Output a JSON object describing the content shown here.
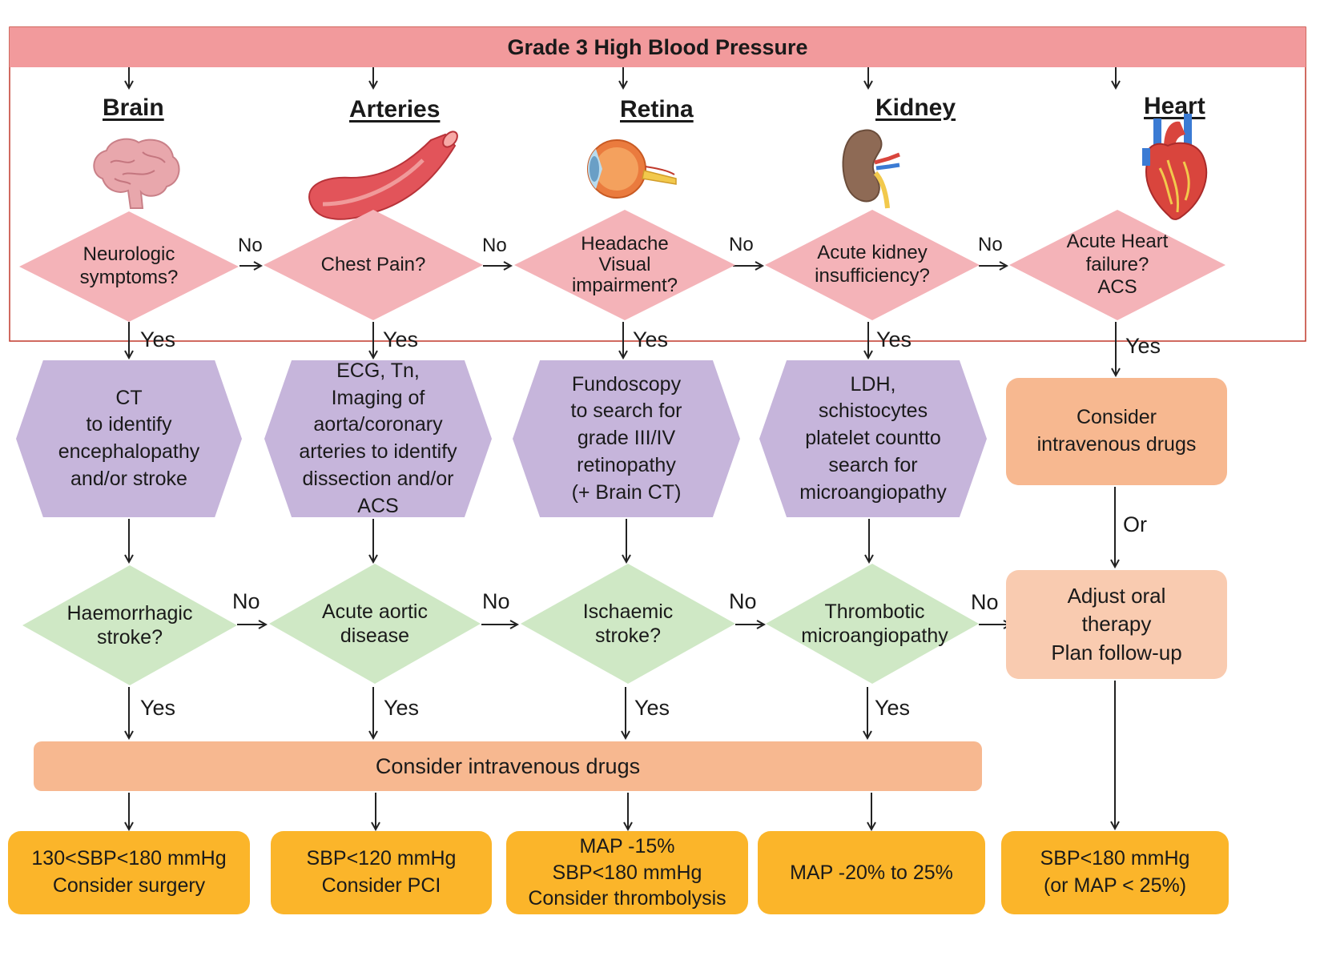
{
  "title": "Grade 3 High Blood Pressure",
  "colors": {
    "title_bar": "#f29a9c",
    "frame": "#c0392b",
    "question_diamond": "#f4b3b8",
    "investigation_hex": "#c6b5db",
    "outcome_diamond": "#cfe8c5",
    "iv_bar": "#f7b890",
    "heart_iv_box": "#f7b890",
    "oral_box": "#f9cbb0",
    "target_box": "#fbb52a"
  },
  "columns": [
    {
      "organ": "Brain",
      "organ_icon": "brain-icon",
      "question": "Neurologic\nsymptoms?",
      "investigation": "CT\nto identify\nencephalopathy\nand/or stroke",
      "outcome": "Haemorrhagic\nstroke?",
      "target": "130<SBP<180 mmHg\nConsider surgery"
    },
    {
      "organ": "Arteries",
      "organ_icon": "artery-icon",
      "question": "Chest Pain?",
      "investigation": "ECG, Tn,\nImaging of\naorta/coronary\narteries to identify\ndissection and/or\nACS",
      "outcome": "Acute aortic\ndisease",
      "target": "SBP<120 mmHg\nConsider PCI"
    },
    {
      "organ": "Retina",
      "organ_icon": "eye-icon",
      "question": "Headache\nVisual\nimpairment?",
      "investigation": "Fundoscopy\nto search for\ngrade III/IV\nretinopathy\n(+ Brain CT)",
      "outcome": "Ischaemic\nstroke?",
      "target": "MAP -15%\nSBP<180 mmHg\nConsider thrombolysis"
    },
    {
      "organ": "Kidney",
      "organ_icon": "kidney-icon",
      "question": "Acute kidney\ninsufficiency?",
      "investigation": "LDH,\nschistocytes\nplatelet countto\nsearch for\nmicroangiopathy",
      "outcome": "Thrombotic\nmicroangiopathy",
      "target": "MAP -20% to 25%"
    },
    {
      "organ": "Heart",
      "organ_icon": "heart-icon",
      "question": "Acute Heart\nfailure?\nACS",
      "iv_box": "Consider\nintravenous drugs",
      "oral_box": "Adjust oral\ntherapy\nPlan follow-up",
      "target": "SBP<180 mmHg\n(or MAP < 25%)"
    }
  ],
  "iv_bar": "Consider intravenous drugs",
  "edge_labels": {
    "yes": "Yes",
    "no": "No",
    "or": "Or"
  }
}
